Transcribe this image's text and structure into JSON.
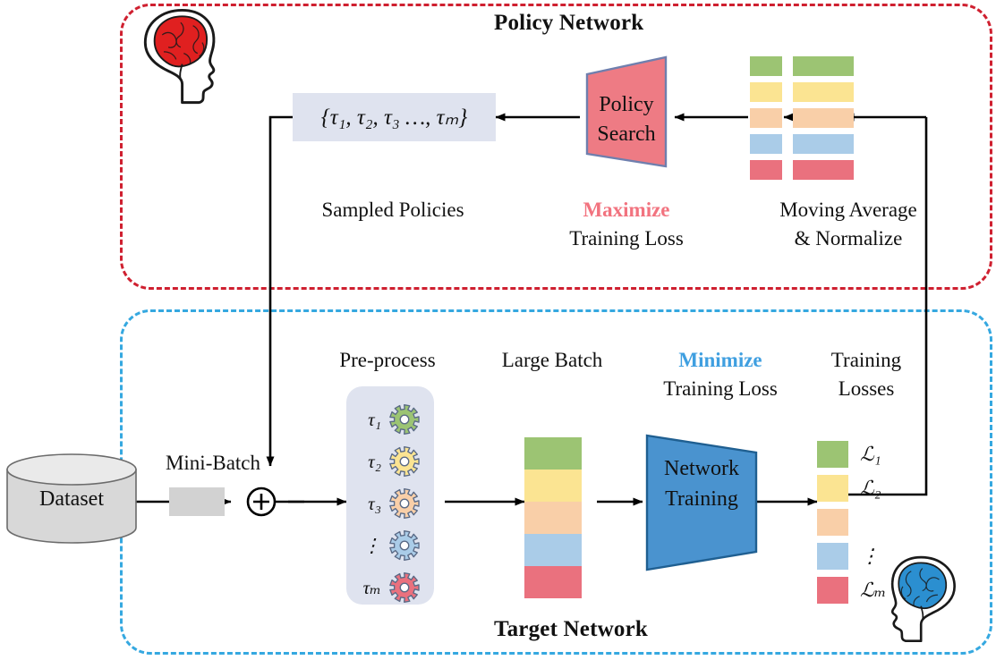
{
  "figure": {
    "type": "diagram",
    "title": "Adversarial policy / target network training loop"
  },
  "policy_network": {
    "title": "Policy Network",
    "border_color": "#cf2030",
    "brain_icon": "red-brain-head-icon",
    "brain_color": "#e02020",
    "sampled_policies_value": "{τ₁, τ₂, τ₃ …, τₘ}",
    "sampled_policies_label": "Sampled Policies",
    "policy_search_label_line1": "Policy",
    "policy_search_label_line2": "Search",
    "policy_search_fill": "#ee7b84",
    "policy_search_stroke": "#6f7fae",
    "objective_bold": "Maximize",
    "objective_sub": "Training Loss",
    "objective_color": "#f2737f",
    "moving_average_line1": "Moving Average",
    "moving_average_line2": "& Normalize"
  },
  "target_network": {
    "title": "Target Network",
    "border_color": "#35a8e0",
    "brain_icon": "blue-brain-head-icon",
    "brain_color": "#2b8fd0",
    "dataset_label": "Dataset",
    "mini_batch_label": "Mini-Batch",
    "plus_symbol": "+",
    "preprocess_label": "Pre-process",
    "large_batch_label": "Large Batch",
    "objective_bold": "Minimize",
    "objective_sub": "Training Loss",
    "objective_color": "#3f9fe0",
    "training_losses_line1": "Training",
    "training_losses_line2": "Losses",
    "network_training_line1": "Network",
    "network_training_line2": "Training",
    "network_training_fill": "#4a93cf",
    "network_training_stroke": "#1f5f91"
  },
  "palette": {
    "green": "#9cc473",
    "yellow": "#fbe492",
    "peach": "#f9cfa8",
    "blue": "#aacce8",
    "red": "#ea717e",
    "gray_fill": "#d2d2d2",
    "panel_fill": "#dfe3ef"
  },
  "policy_blocks": {
    "columns": 3,
    "rows": [
      {
        "color": "#9cc473"
      },
      {
        "color": "#fbe492"
      },
      {
        "color": "#f9cfa8"
      },
      {
        "color": "#aacce8"
      },
      {
        "color": "#ea717e"
      }
    ]
  },
  "preprocess_items": [
    {
      "tau": "τ₁",
      "gear_color": "#9cc473"
    },
    {
      "tau": "τ₂",
      "gear_color": "#fbe492"
    },
    {
      "tau": "τ₃",
      "gear_color": "#f9cfa8"
    },
    {
      "tau": "⋮",
      "gear_color": "#aacce8"
    },
    {
      "tau": "τₘ",
      "gear_color": "#ea717e"
    }
  ],
  "large_batch_segments": [
    {
      "color": "#9cc473"
    },
    {
      "color": "#fbe492"
    },
    {
      "color": "#f9cfa8"
    },
    {
      "color": "#aacce8"
    },
    {
      "color": "#ea717e"
    }
  ],
  "training_losses": [
    {
      "color": "#9cc473",
      "label": "ℒ₁"
    },
    {
      "color": "#fbe492",
      "label": "ℒ₂"
    },
    {
      "color": "#f9cfa8",
      "label": ""
    },
    {
      "color": "#aacce8",
      "label": "⋮"
    },
    {
      "color": "#ea717e",
      "label": "ℒₘ"
    }
  ]
}
